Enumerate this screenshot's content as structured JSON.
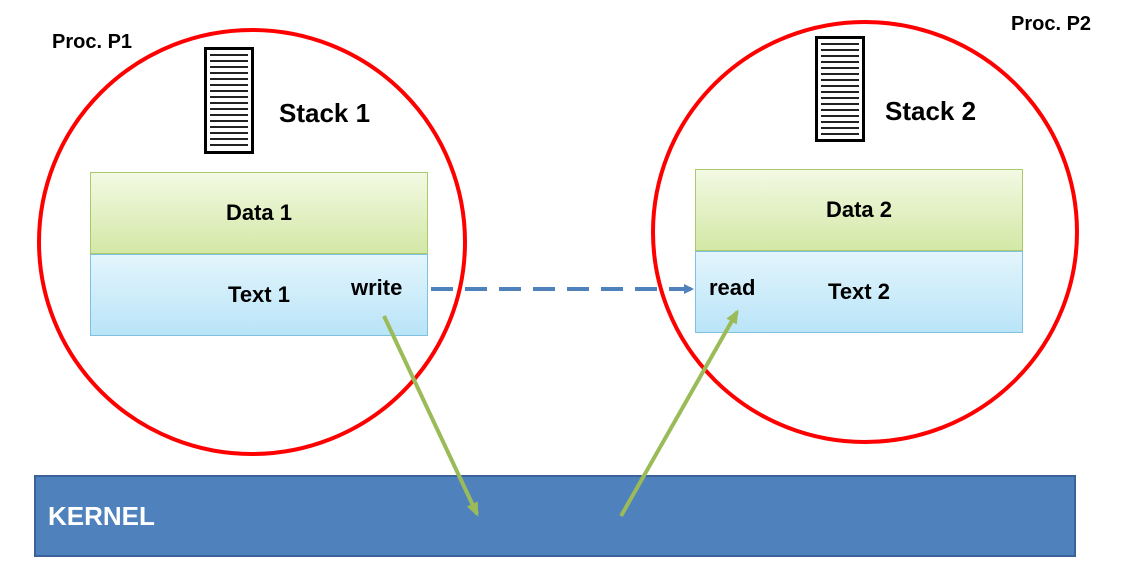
{
  "colors": {
    "process_circle": "#ff0000",
    "data_fill": "#d3e8a6",
    "text_fill": "#b9e4f8",
    "kernel_fill": "#4f81bd",
    "dashed_arrow": "#4f81bd",
    "syscall_arrow": "#9bbb59"
  },
  "process1": {
    "label": "Proc. P1",
    "stack_label": "Stack 1",
    "data_label": "Data 1",
    "text_label": "Text 1",
    "op_label": "write"
  },
  "process2": {
    "label": "Proc. P2",
    "stack_label": "Stack 2",
    "data_label": "Data 2",
    "text_label": "Text 2",
    "op_label": "read"
  },
  "kernel": {
    "label": "KERNEL"
  }
}
